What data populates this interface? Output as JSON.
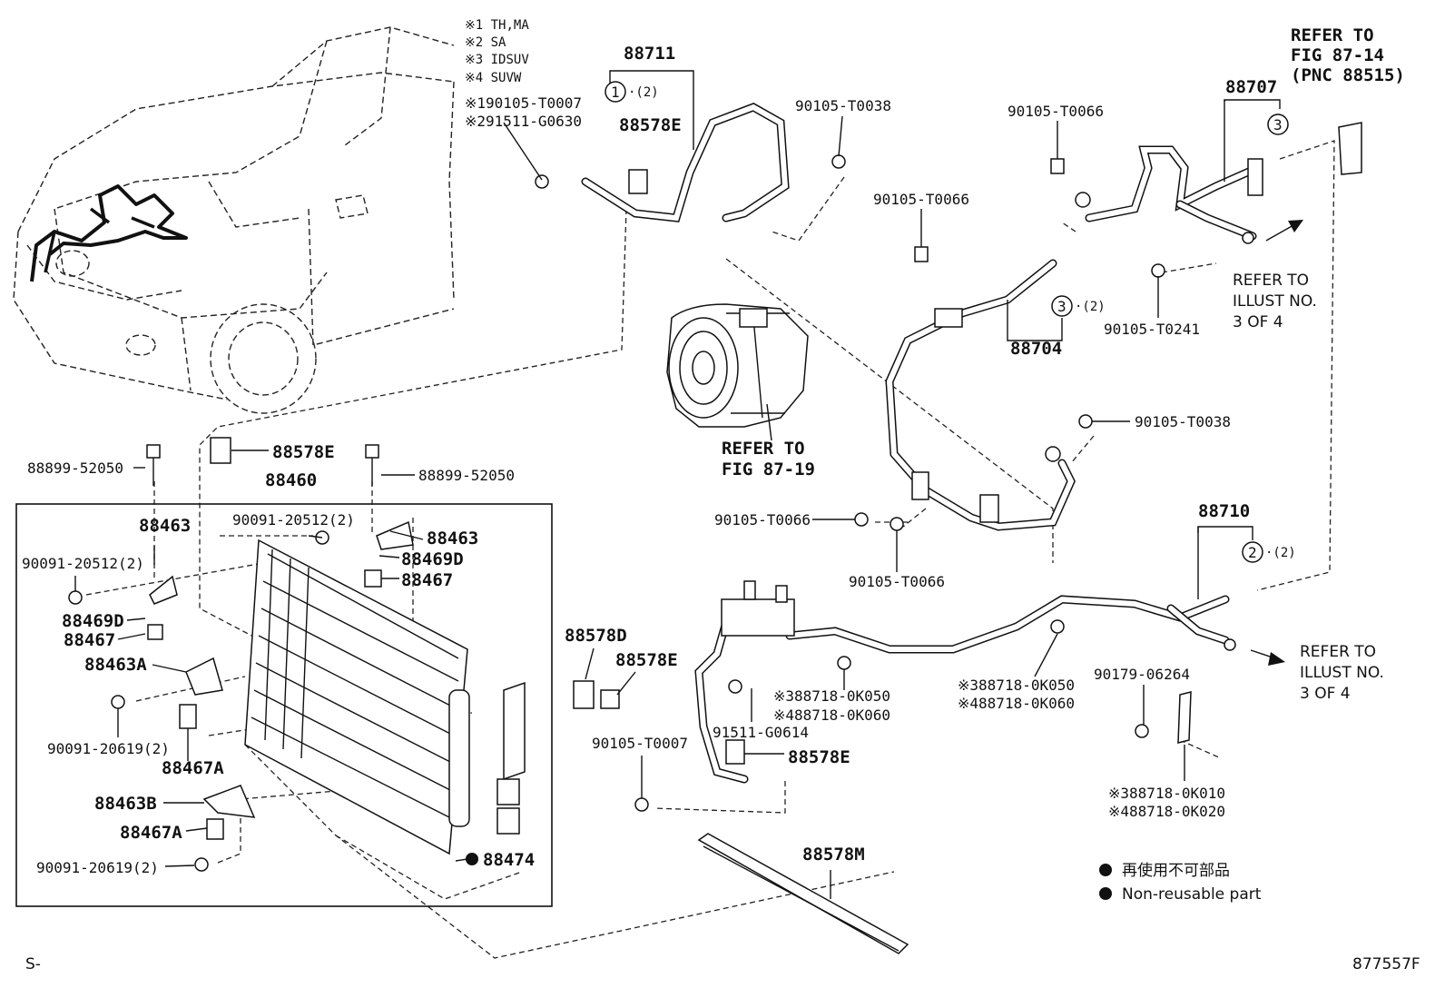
{
  "variants": [
    {
      "mark": "※1",
      "text": "TH,MA"
    },
    {
      "mark": "※2",
      "text": "SA"
    },
    {
      "mark": "※3",
      "text": "IDSUV"
    },
    {
      "mark": "※4",
      "text": "SUVW"
    }
  ],
  "parts": {
    "p88711": "88711",
    "p88707": "88707",
    "p88704": "88704",
    "p88710": "88710",
    "p88460": "88460",
    "p88474": "88474",
    "p88578M": "88578M",
    "p88578D": "88578D",
    "p88578E_a": "88578E",
    "p88578E_b": "88578E",
    "p88578E_c": "88578E",
    "p88578E_d": "88578E",
    "p88463_a": "88463",
    "p88463_b": "88463",
    "p88463A": "88463A",
    "p88463B": "88463B",
    "p88469D_a": "88469D",
    "p88469D_b": "88469D",
    "p88467_a": "88467",
    "p88467_b": "88467",
    "p88467A_a": "88467A",
    "p88467A_b": "88467A",
    "b_88899_a": "88899-52050",
    "b_88899_b": "88899-52050",
    "b_20512_a": "90091-20512(2)",
    "b_20512_b": "90091-20512(2)",
    "b_20619_a": "90091-20619(2)",
    "b_20619_b": "90091-20619(2)",
    "b_T0007_top": "※190105-T0007",
    "b_G0630": "※291511-G0630",
    "b_T0038_a": "90105-T0038",
    "b_T0038_b": "90105-T0038",
    "b_T0066_a": "90105-T0066",
    "b_T0066_b": "90105-T0066",
    "b_T0066_c": "90105-T0066",
    "b_T0066_d": "90105-T0066",
    "b_T0241": "90105-T0241",
    "b_T0007_low": "90105-T0007",
    "b_G0614": "91511-G0614",
    "b_06264": "90179-06264",
    "k_0K050_a": "※388718-0K050",
    "k_0K060_a": "※488718-0K060",
    "k_0K050_b": "※388718-0K050",
    "k_0K060_b": "※488718-0K060",
    "k_0K010": "※388718-0K010",
    "k_0K020": "※488718-0K020"
  },
  "callouts": {
    "c1": "1",
    "c2": "2",
    "c3a": "3",
    "c3b": "3",
    "qty": "·(2)"
  },
  "refs": {
    "fig8714": [
      "REFER TO",
      "FIG 87-14",
      "(PNC 88515)"
    ],
    "fig8719": [
      "REFER TO",
      "FIG 87-19"
    ],
    "illust_a": [
      "REFER TO",
      "ILLUST NO.",
      "3 OF 4"
    ],
    "illust_b": [
      "REFER TO",
      "ILLUST NO.",
      "3 OF 4"
    ]
  },
  "legend": {
    "jp": "再使用不可部品",
    "en": "Non-reusable part"
  },
  "footer": {
    "left": "S-",
    "right": "877557F"
  }
}
